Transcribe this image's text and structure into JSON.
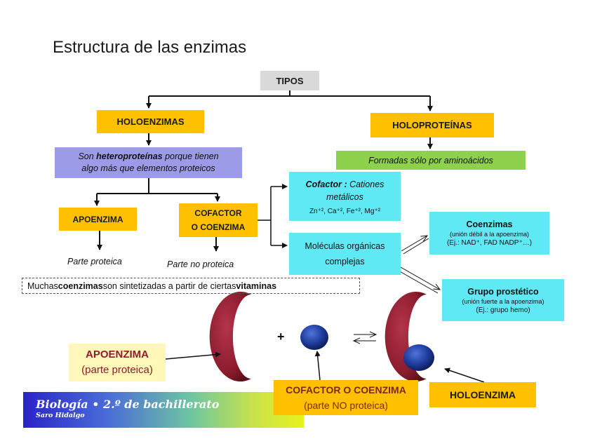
{
  "title": "Estructura de las enzimas",
  "tipos": "TIPOS",
  "holoenzimas": "HOLOENZIMAS",
  "holoproteinas": "HOLOPROTEÍNAS",
  "heteroproteinas": {
    "pre": "Son ",
    "bold": "heteroproteínas",
    "post": " porque tienen",
    "line2": "algo más que elementos proteicos"
  },
  "formadas": "Formadas sólo por aminoácidos",
  "apoenzima": "APOENZIMA",
  "cofactor_box": {
    "line1": "COFACTOR",
    "line2": "O COENZIMA"
  },
  "cofactor_metal": {
    "label": "Cofactor :",
    "line1": " Cationes",
    "line2": "metálicos",
    "ions": "Zn⁺², Ca⁺², Fe⁺², Mg⁺²"
  },
  "moleculas": {
    "line1": "Moléculas orgánicas",
    "line2": "complejas"
  },
  "coenzimas": {
    "title": "Coenzimas",
    "sub1": "(unión débil a la apoenzima)",
    "sub2": "(Ej.: NAD⁺, FAD NADP⁺…)"
  },
  "grupo": {
    "title": "Grupo prostético",
    "sub1": "(unión fuerte a la apoenzima)",
    "sub2": "(Ej.: grupo hemo)"
  },
  "parte_proteica": "Parte proteica",
  "parte_no_proteica": "Parte no proteica",
  "muchas": {
    "pre": "Muchas ",
    "bold1": "coenzimas",
    "mid": " son sintetizadas a partir de ciertas ",
    "bold2": "vitaminas"
  },
  "plus": "+",
  "apoenzima2": {
    "line1": "APOENZIMA",
    "line2": "(parte proteica)"
  },
  "cofactor2": {
    "line1": "COFACTOR O COENZIMA",
    "line2": "(parte NO proteica)"
  },
  "holoenzima2": "HOLOENZIMA",
  "banner": {
    "main": "Biología • 2.º de bachillerato",
    "sub": "Saro Hidalgo"
  },
  "colors": {
    "yellow": "#ffc000",
    "purple": "#9b9be8",
    "green": "#8dd14d",
    "cyan": "#5ee9f5",
    "enzyme": "#8c1d2e",
    "cofactor": "#1f3d9e"
  }
}
